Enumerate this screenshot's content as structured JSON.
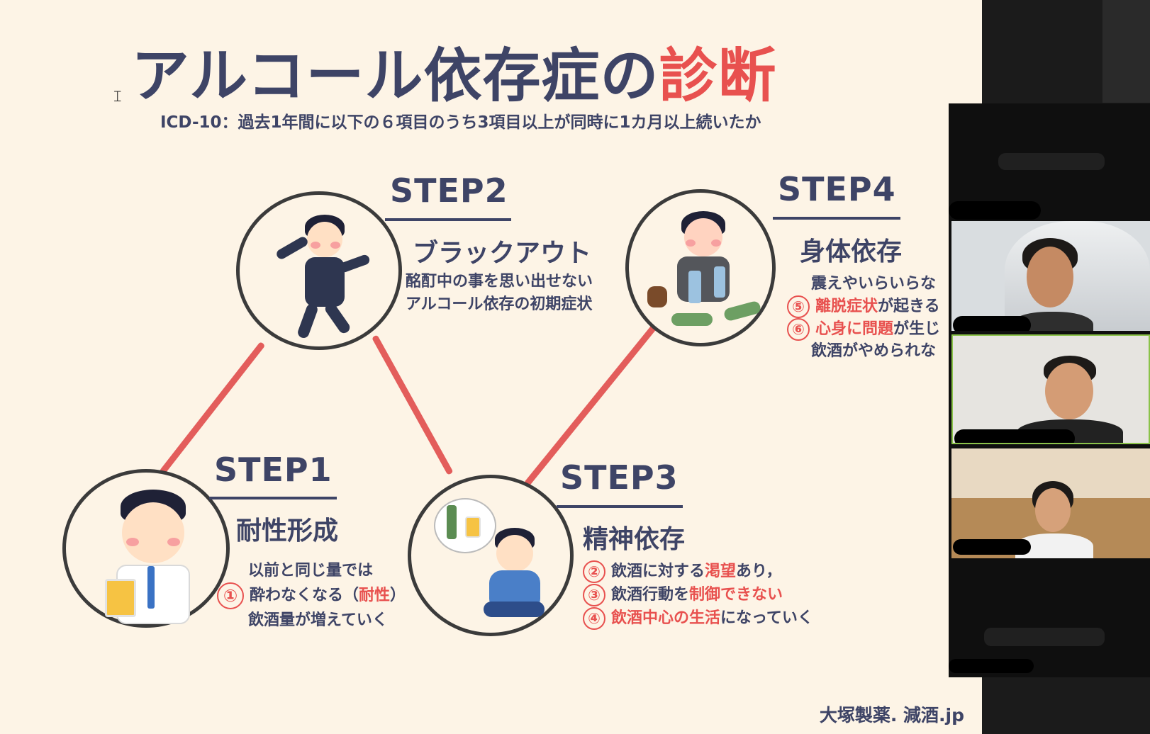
{
  "slide": {
    "title_main": "アルコール依存症の",
    "title_accent": "診断",
    "subtitle": "ICD-10：過去1年間に以下の６項目のうち3項目以上が同時に1カ月以上続いたか",
    "credit": "大塚製薬. 減酒.jp",
    "colors": {
      "navy": "#3e4466",
      "accent": "#e8514f",
      "background": "#fdf4e6"
    }
  },
  "steps": {
    "step1": {
      "label": "STEP1",
      "heading": "耐性形成",
      "line1": "以前と同じ量では",
      "num": "①",
      "line2_pre": "酔わなくなる（",
      "line2_red": "耐性",
      "line2_post": "）",
      "line3": "飲酒量が増えていく"
    },
    "step2": {
      "label": "STEP2",
      "heading": "ブラックアウト",
      "line1": "酩酊中の事を思い出せない",
      "line2": "アルコール依存の初期症状"
    },
    "step3": {
      "label": "STEP3",
      "heading": "精神依存",
      "item2_num": "②",
      "item2_pre": "飲酒に対する",
      "item2_red": "渇望",
      "item2_post": "あり，",
      "item3_num": "③",
      "item3_pre": "飲酒行動を",
      "item3_red": "制御できない",
      "item4_num": "④",
      "item4_red": "飲酒中心の生活",
      "item4_post": "になっていく"
    },
    "step4": {
      "label": "STEP4",
      "heading": "身体依存",
      "line1": "震えやいらいらな",
      "item5_num": "⑤",
      "item5_red": "離脱症状",
      "item5_post": "が起きる",
      "item6_num": "⑥",
      "item6_red": "心身に問題",
      "item6_post": "が生じ",
      "line4": "飲酒がやめられな"
    }
  },
  "video_panel": {
    "participants": [
      {
        "icon": "participant-video-1",
        "active": false
      },
      {
        "icon": "participant-video-2",
        "active": true
      },
      {
        "icon": "participant-video-3",
        "active": false
      }
    ]
  }
}
